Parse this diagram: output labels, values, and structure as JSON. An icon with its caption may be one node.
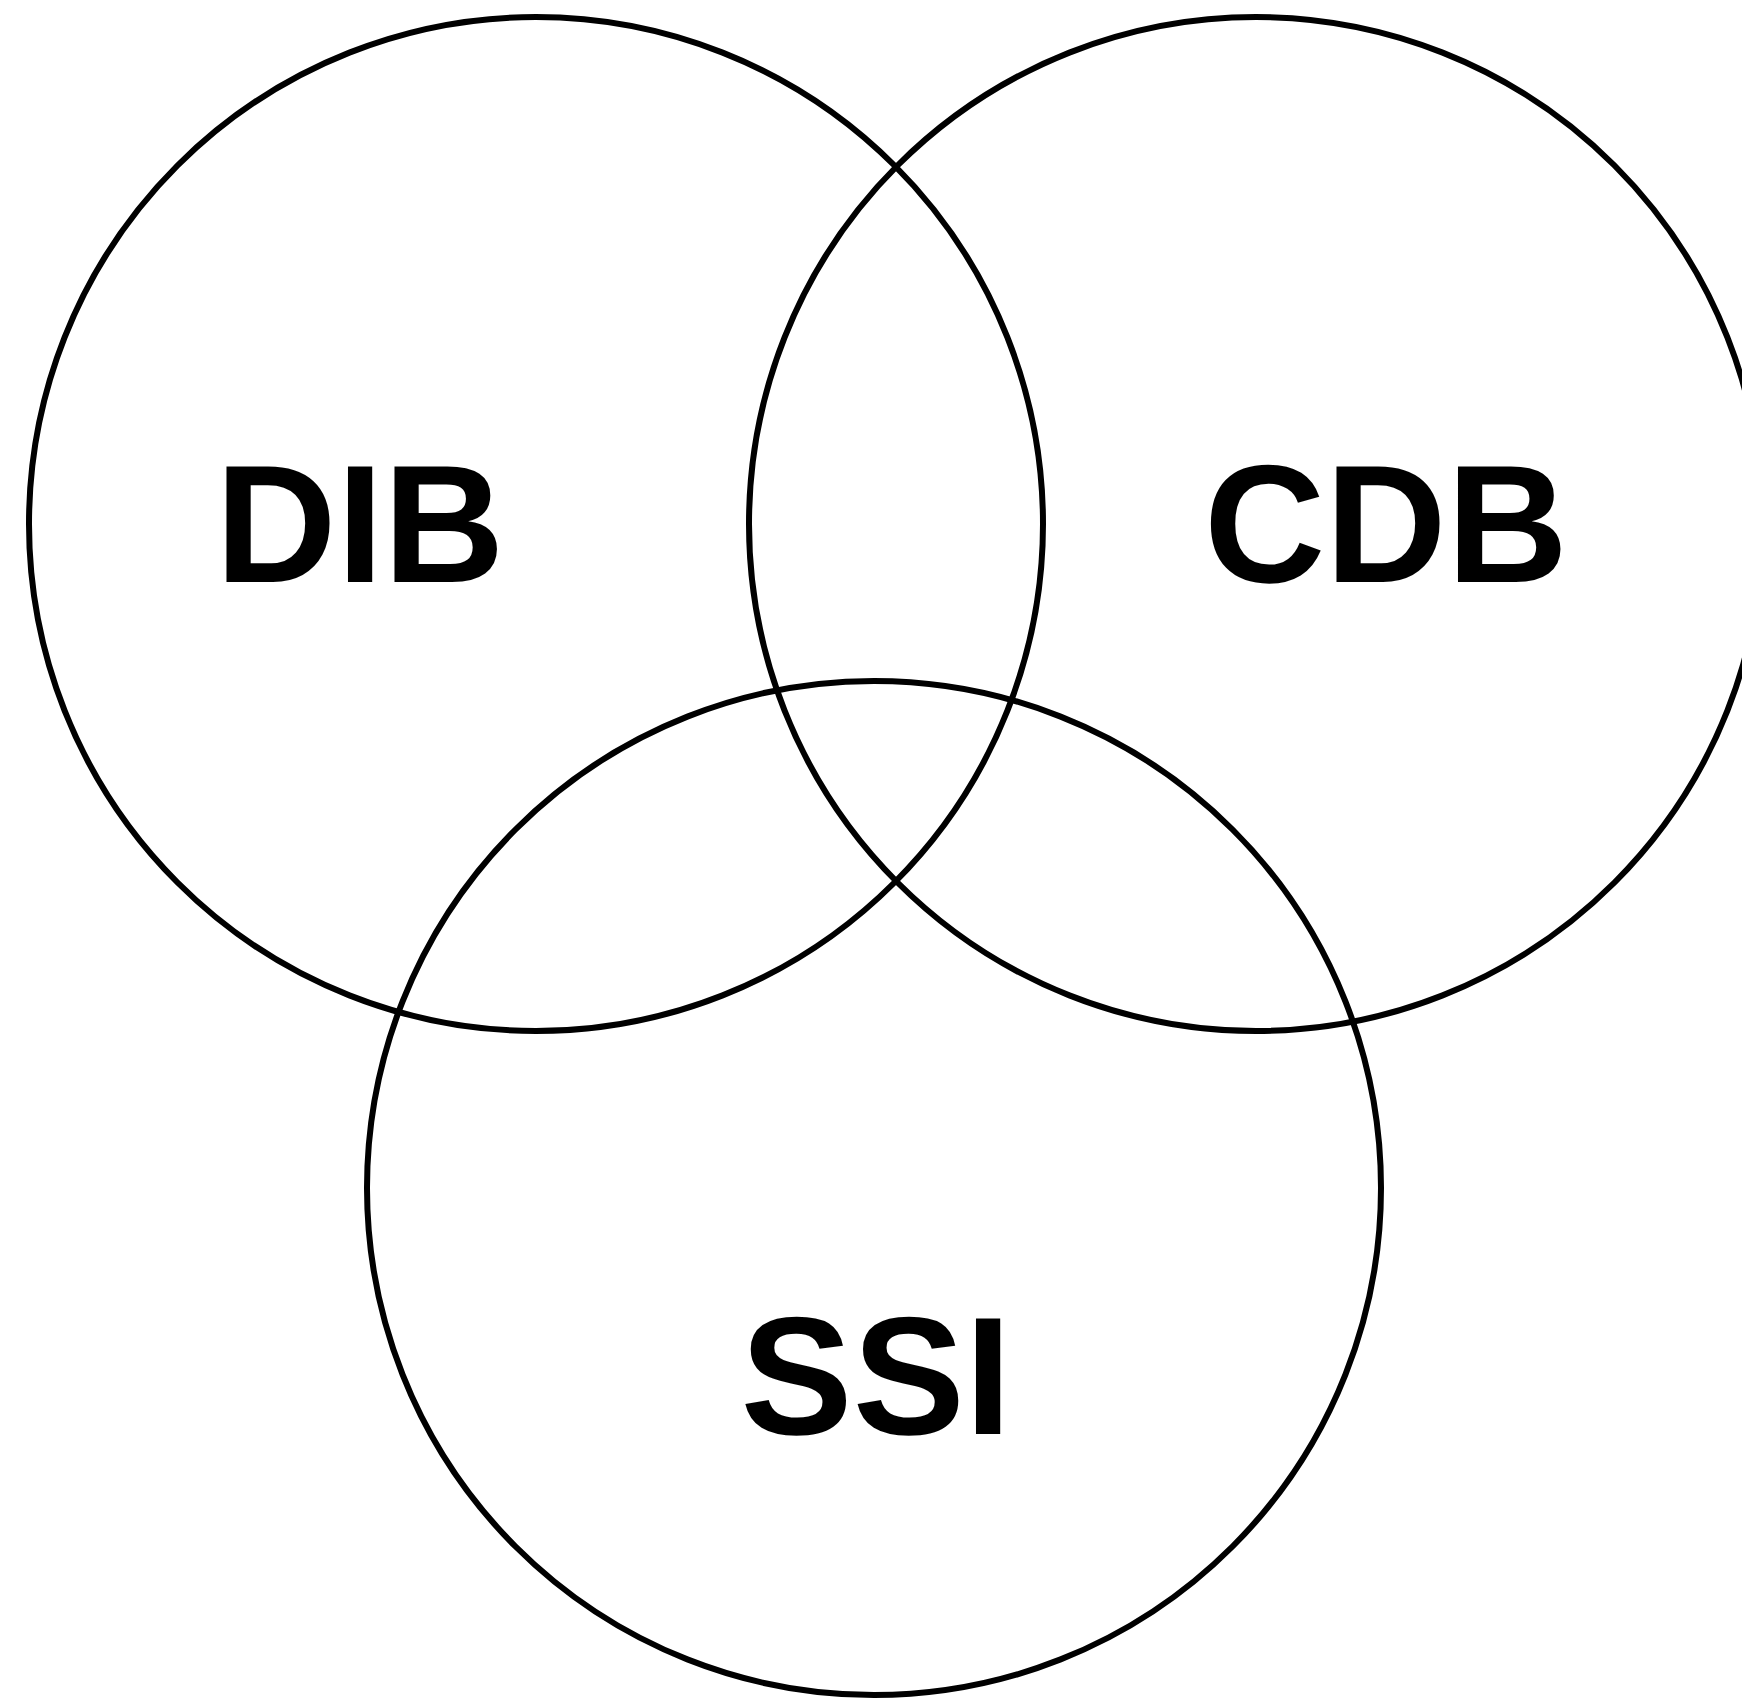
{
  "diagram": {
    "nodes": [
      {
        "text": [
          "DIB"
        ]
      },
      {
        "text": [
          "CDB"
        ]
      },
      {
        "text": [
          "SSI"
        ]
      }
    ]
  }
}
